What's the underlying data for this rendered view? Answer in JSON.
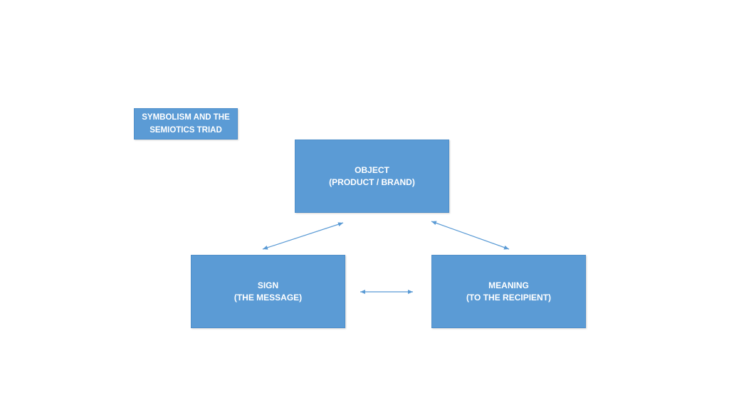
{
  "diagram": {
    "title": {
      "line1": "SYMBOLISM AND THE",
      "line2": "SEMIOTICS TRIAD"
    },
    "nodes": {
      "object": {
        "line1": "OBJECT",
        "line2": "(PRODUCT / BRAND)"
      },
      "sign": {
        "line1": "SIGN",
        "line2": "(THE MESSAGE)"
      },
      "meaning": {
        "line1": "MEANING",
        "line2": "(TO THE RECIPIENT)"
      }
    },
    "edges": [
      {
        "from": "object",
        "to": "sign",
        "bidirectional": true
      },
      {
        "from": "object",
        "to": "meaning",
        "bidirectional": true
      },
      {
        "from": "sign",
        "to": "meaning",
        "bidirectional": true
      }
    ],
    "colors": {
      "box_fill": "#5b9bd5",
      "box_text": "#ffffff",
      "connector": "#5b9bd5",
      "background": "#ffffff"
    }
  }
}
